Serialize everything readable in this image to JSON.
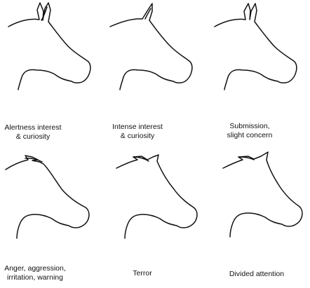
{
  "panels": [
    {
      "ears": "both-up-forward",
      "caption": "Alertness interest\n& curiosity"
    },
    {
      "ears": "one-up-forward",
      "caption": "Intense interest\n& curiosity"
    },
    {
      "ears": "both-up-loose",
      "caption": "Submission,\nslight concern"
    },
    {
      "ears": "pinned-back",
      "caption": "Anger, aggression,\nirritation, warning"
    },
    {
      "ears": "back-rotated",
      "caption": "Terror"
    },
    {
      "ears": "one-forward-one-back",
      "caption": "Divided attention"
    }
  ]
}
